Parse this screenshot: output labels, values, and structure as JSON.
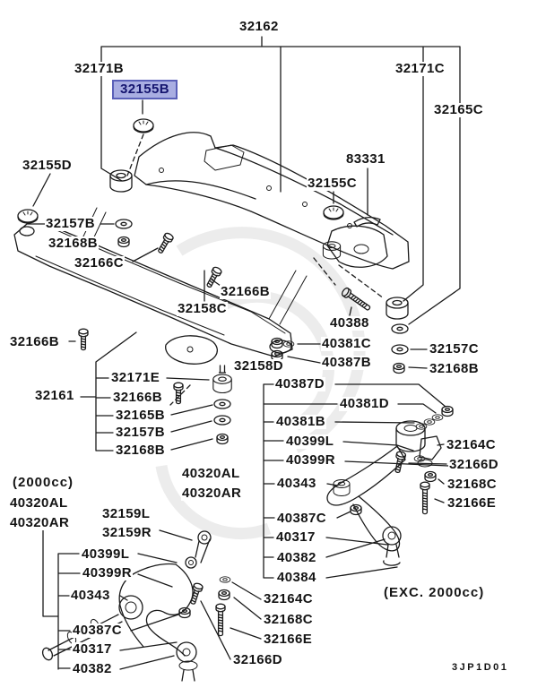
{
  "diagram": {
    "type": "parts-diagram",
    "highlighted_part": "32155B",
    "highlight_fill": "#a9aee2",
    "highlight_border": "#5a60b8",
    "line_color": "#1a1a1a",
    "code": "3JP1D01",
    "group_note_left": "(2000cc)",
    "group_note_right": "(EXC. 2000cc)"
  },
  "labels": [
    {
      "t": "32162"
    },
    {
      "t": "32171B"
    },
    {
      "t": "32171C"
    },
    {
      "t": "32155B"
    },
    {
      "t": "32165C"
    },
    {
      "t": "32155D"
    },
    {
      "t": "83331"
    },
    {
      "t": "32155C"
    },
    {
      "t": "32157B"
    },
    {
      "t": "32168B"
    },
    {
      "t": "32166C"
    },
    {
      "t": "32166B"
    },
    {
      "t": "32158C"
    },
    {
      "t": "40388"
    },
    {
      "t": "32166B"
    },
    {
      "t": "40381C"
    },
    {
      "t": "32157C"
    },
    {
      "t": "40387B"
    },
    {
      "t": "32168B"
    },
    {
      "t": "32158D"
    },
    {
      "t": "40387D"
    },
    {
      "t": "32171E"
    },
    {
      "t": "32161"
    },
    {
      "t": "32166B"
    },
    {
      "t": "40381D"
    },
    {
      "t": "32165B"
    },
    {
      "t": "40381B"
    },
    {
      "t": "32157B"
    },
    {
      "t": "40399L"
    },
    {
      "t": "32168B"
    },
    {
      "t": "40399R"
    },
    {
      "t": "32164C"
    },
    {
      "t": "40320AL"
    },
    {
      "t": "32166D"
    },
    {
      "t": "40343"
    },
    {
      "t": "40320AR"
    },
    {
      "t": "32168C"
    },
    {
      "t": "32166E"
    },
    {
      "t": "40387C"
    },
    {
      "t": "40317"
    },
    {
      "t": "40382"
    },
    {
      "t": "40384"
    },
    {
      "t": "(2000cc)"
    },
    {
      "t": "40320AL"
    },
    {
      "t": "40320AR"
    },
    {
      "t": "32159L"
    },
    {
      "t": "32159R"
    },
    {
      "t": "40399L"
    },
    {
      "t": "40399R"
    },
    {
      "t": "40343"
    },
    {
      "t": "40387C"
    },
    {
      "t": "40317"
    },
    {
      "t": "40382"
    },
    {
      "t": "32164C"
    },
    {
      "t": "32168C"
    },
    {
      "t": "32166E"
    },
    {
      "t": "32166D"
    },
    {
      "t": "(EXC. 2000cc)"
    },
    {
      "t": "3JP1D01"
    }
  ]
}
